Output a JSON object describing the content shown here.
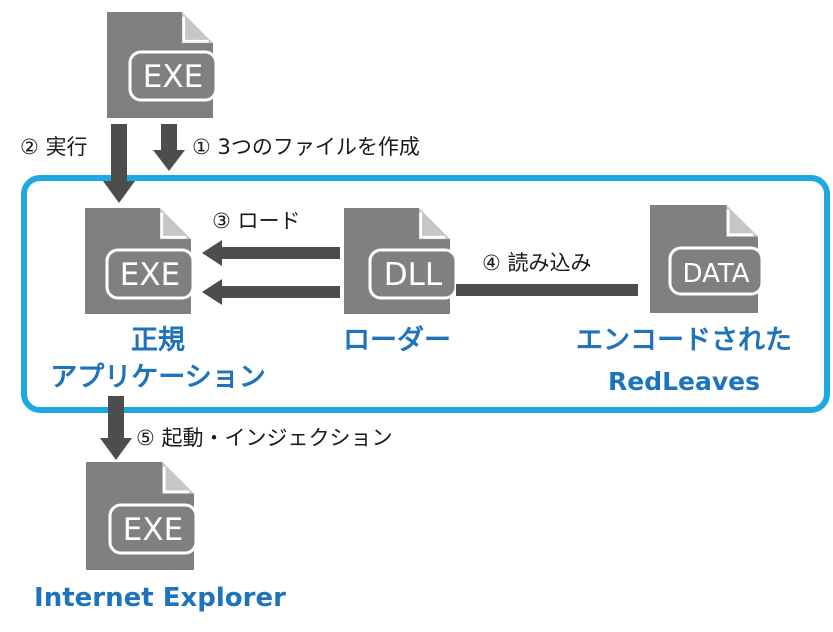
{
  "colors": {
    "frame": "#1ea7e1",
    "arrow": "#4d4d4d",
    "file_icon": "#808080",
    "label_text": "#1f73bd"
  },
  "files": {
    "top_exe": "EXE",
    "app_exe": "EXE",
    "loader_dll": "DLL",
    "data_file": "DATA",
    "ie_exe": "EXE"
  },
  "steps": {
    "execute": "② 実行",
    "create_files": "① 3つのファイルを作成",
    "load": "③ ロード",
    "read": "④ 読み込み",
    "launch_inject": "⑤ 起動・インジェクション"
  },
  "labels": {
    "legit_app_line1": "正規",
    "legit_app_line2": "アプリケーション",
    "loader": "ローダー",
    "encoded_line1": "エンコードされた",
    "encoded_line2": "RedLeaves",
    "ie": "Internet Explorer"
  }
}
